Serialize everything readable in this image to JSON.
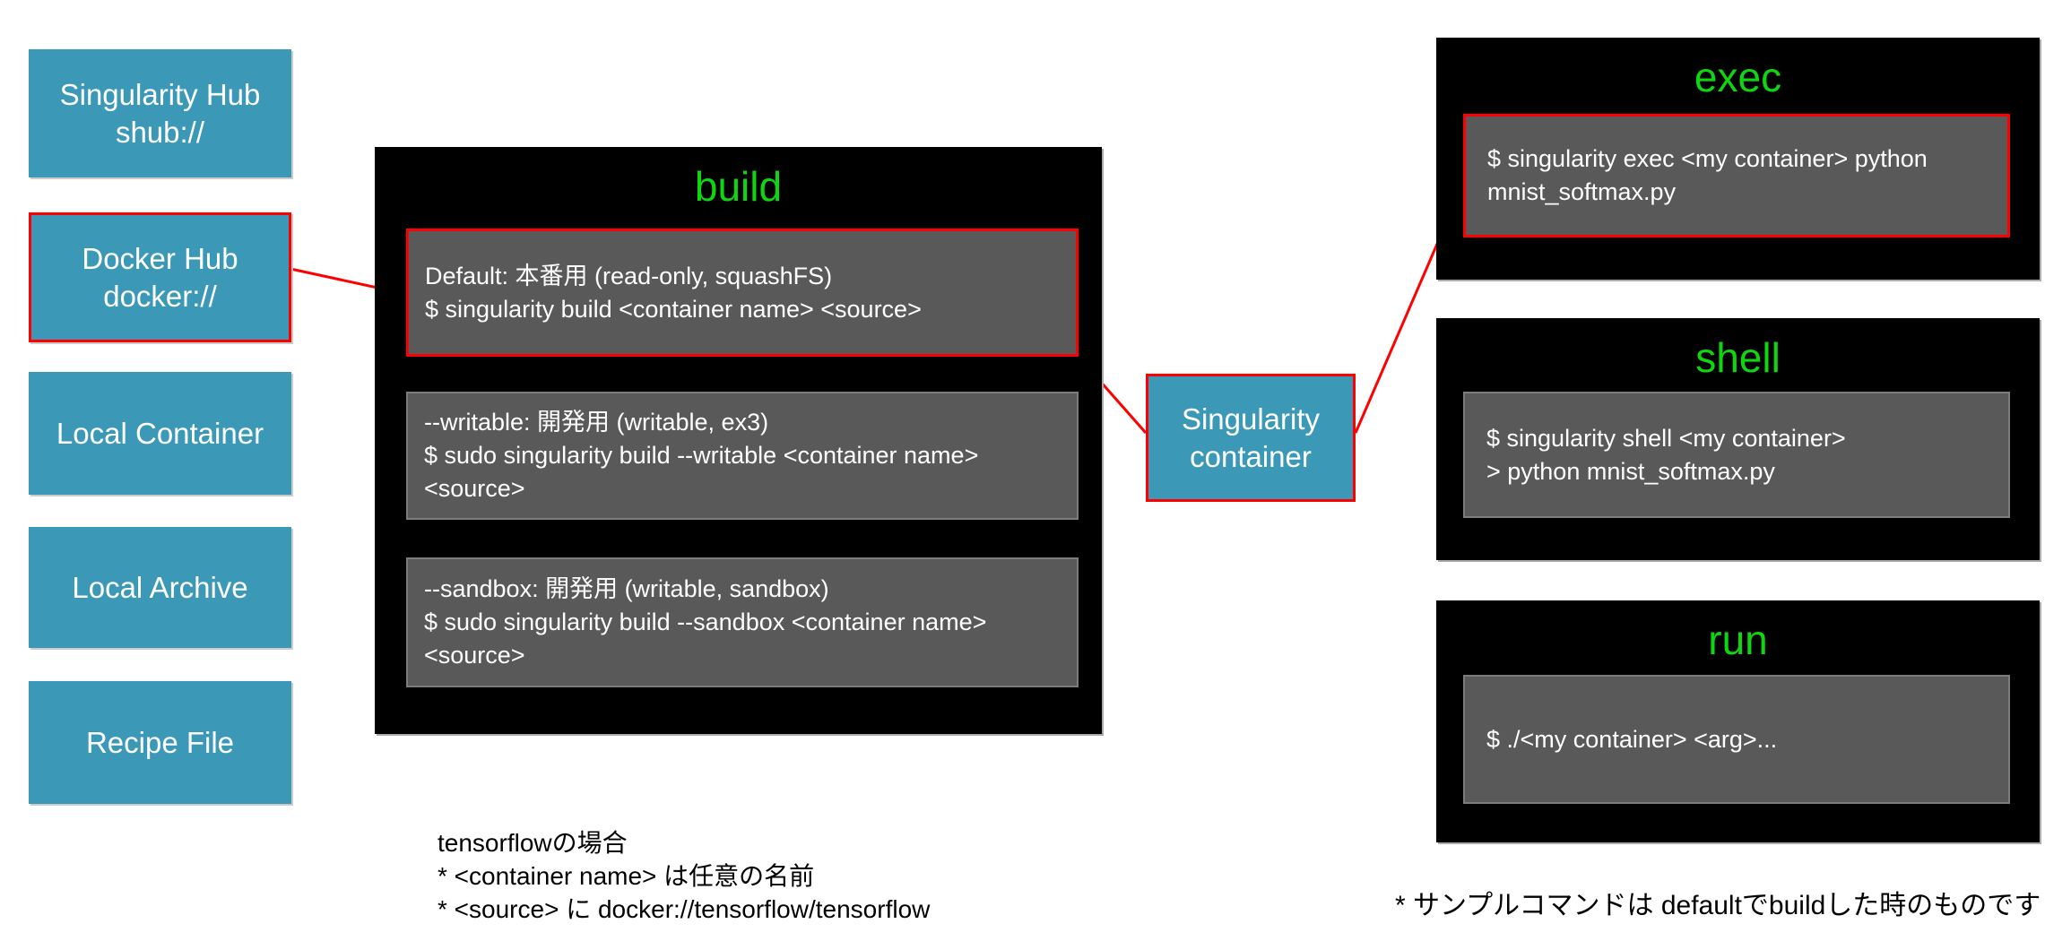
{
  "colors": {
    "blue": "#3b99b7",
    "red": "#ff0000",
    "green": "#0fd60f",
    "gray": "#595959",
    "white": "#ffffff",
    "ink": "#000000"
  },
  "sources": [
    {
      "lines": [
        "Singularity Hub",
        "shub://"
      ]
    },
    {
      "lines": [
        "Docker Hub",
        "docker://"
      ],
      "highlighted": true
    },
    {
      "lines": [
        "Local Container"
      ]
    },
    {
      "lines": [
        "Local Archive"
      ]
    },
    {
      "lines": [
        "Recipe File"
      ]
    }
  ],
  "build": {
    "title": "build",
    "options": [
      {
        "highlighted": true,
        "lines": [
          "Default: 本番用 (read-only, squashFS)",
          "$ singularity build <container name> <source>"
        ]
      },
      {
        "highlighted": false,
        "lines": [
          "--writable: 開発用 (writable, ex3)",
          "$ sudo singularity build --writable <container name>",
          "<source>"
        ]
      },
      {
        "highlighted": false,
        "lines": [
          "--sandbox: 開発用 (writable, sandbox)",
          "$ sudo singularity build --sandbox <container name>",
          "<source>"
        ]
      }
    ],
    "note_lines": [
      "tensorflowの場合",
      "* <container name> は任意の名前",
      "* <source> に docker://tensorflow/tensorflow"
    ]
  },
  "container_node": {
    "lines": [
      "Singularity",
      "container"
    ]
  },
  "commands": [
    {
      "title": "exec",
      "highlighted": true,
      "lines": [
        "$ singularity exec <my container> python",
        "mnist_softmax.py"
      ]
    },
    {
      "title": "shell",
      "highlighted": false,
      "lines": [
        "$ singularity shell <my container>",
        "> python mnist_softmax.py"
      ]
    },
    {
      "title": "run",
      "highlighted": false,
      "lines": [
        "$ ./<my container> <arg>..."
      ]
    }
  ],
  "footnote": "* サンプルコマンドは defaultでbuildした時のものです"
}
